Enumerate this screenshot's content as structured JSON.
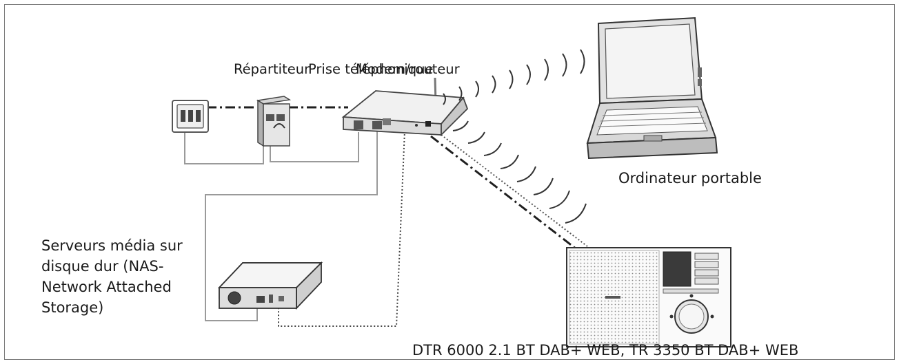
{
  "labels": {
    "repartiteur": "Répartiteur",
    "prise": "Prise téléphonique",
    "modem": "Modem/routeur",
    "laptop": "Ordinateur portable",
    "nas": "Serveurs média sur disque dur (NAS-Network Attached Storage)",
    "radio": "DTR 6000 2.1 BT DAB+ WEB, TR 3350 BT DAB+ WEB"
  },
  "icons": [
    "phone-socket-icon",
    "splitter-icon",
    "router-icon",
    "laptop-icon",
    "nas-icon",
    "radio-icon",
    "wifi-waves-icon"
  ],
  "colors": {
    "line": "#2a2a2a",
    "cable": "#9a9a9a",
    "frame": "#7a7a7a"
  }
}
